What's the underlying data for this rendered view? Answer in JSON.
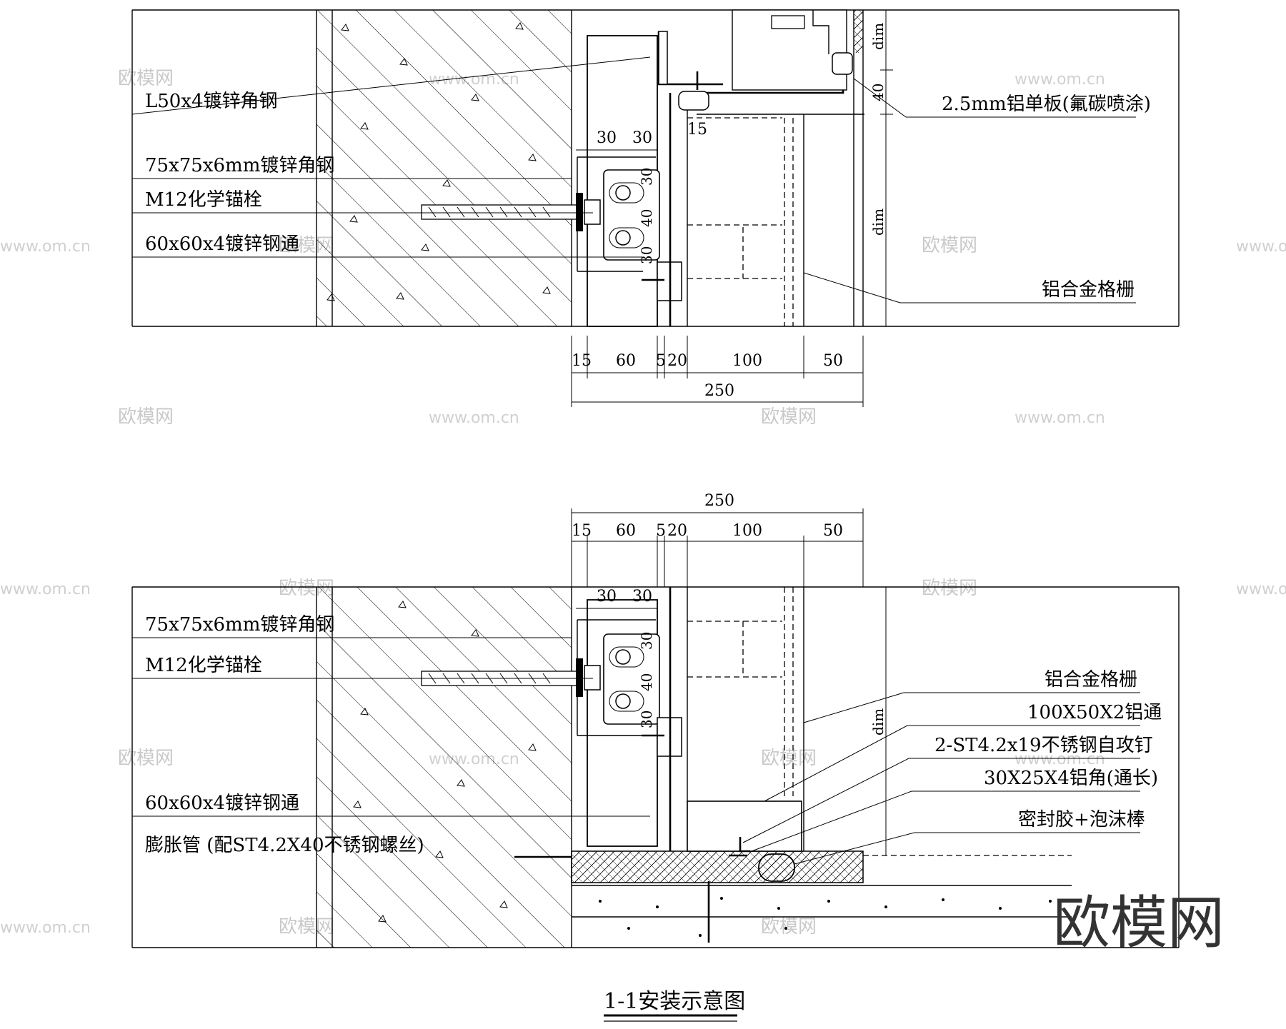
{
  "drawing": {
    "title": "1-1安装示意图"
  },
  "top_section": {
    "labels_left": [
      "L50x4镀锌角钢",
      "75x75x6mm镀锌角钢",
      "M12化学锚栓",
      "60x60x4镀锌钢通"
    ],
    "labels_right": [
      "2.5mm铝单板(氟碳喷涂)",
      "铝合金格栅"
    ],
    "dims_bottom": [
      "15",
      "60",
      "5",
      "20",
      "100",
      "50"
    ],
    "dim_total": "250",
    "dims_bracket": [
      "30",
      "30"
    ],
    "dims_bracket_v": [
      "30",
      "40",
      "30"
    ],
    "dim_15": "15",
    "dims_right_v": [
      "dim",
      "40",
      "dim"
    ]
  },
  "bottom_section": {
    "labels_left": [
      "75x75x6mm镀锌角钢",
      "M12化学锚栓",
      "60x60x4镀锌钢通",
      "膨胀管 (配ST4.2X40不锈钢螺丝)"
    ],
    "labels_right": [
      "铝合金格栅",
      "100X50X2铝通",
      "2-ST4.2x19不锈钢自攻钉",
      "30X25X4铝角(通长)",
      "密封胶+泡沫棒"
    ],
    "dims_top": [
      "15",
      "60",
      "5",
      "20",
      "100",
      "50"
    ],
    "dim_total": "250",
    "dims_bracket": [
      "30",
      "30"
    ],
    "dims_bracket_v": [
      "30",
      "40",
      "30"
    ],
    "dim_right_v": "dim"
  },
  "watermark": {
    "text": "欧模网",
    "url": "www.om.cn",
    "logo": "欧模网"
  }
}
